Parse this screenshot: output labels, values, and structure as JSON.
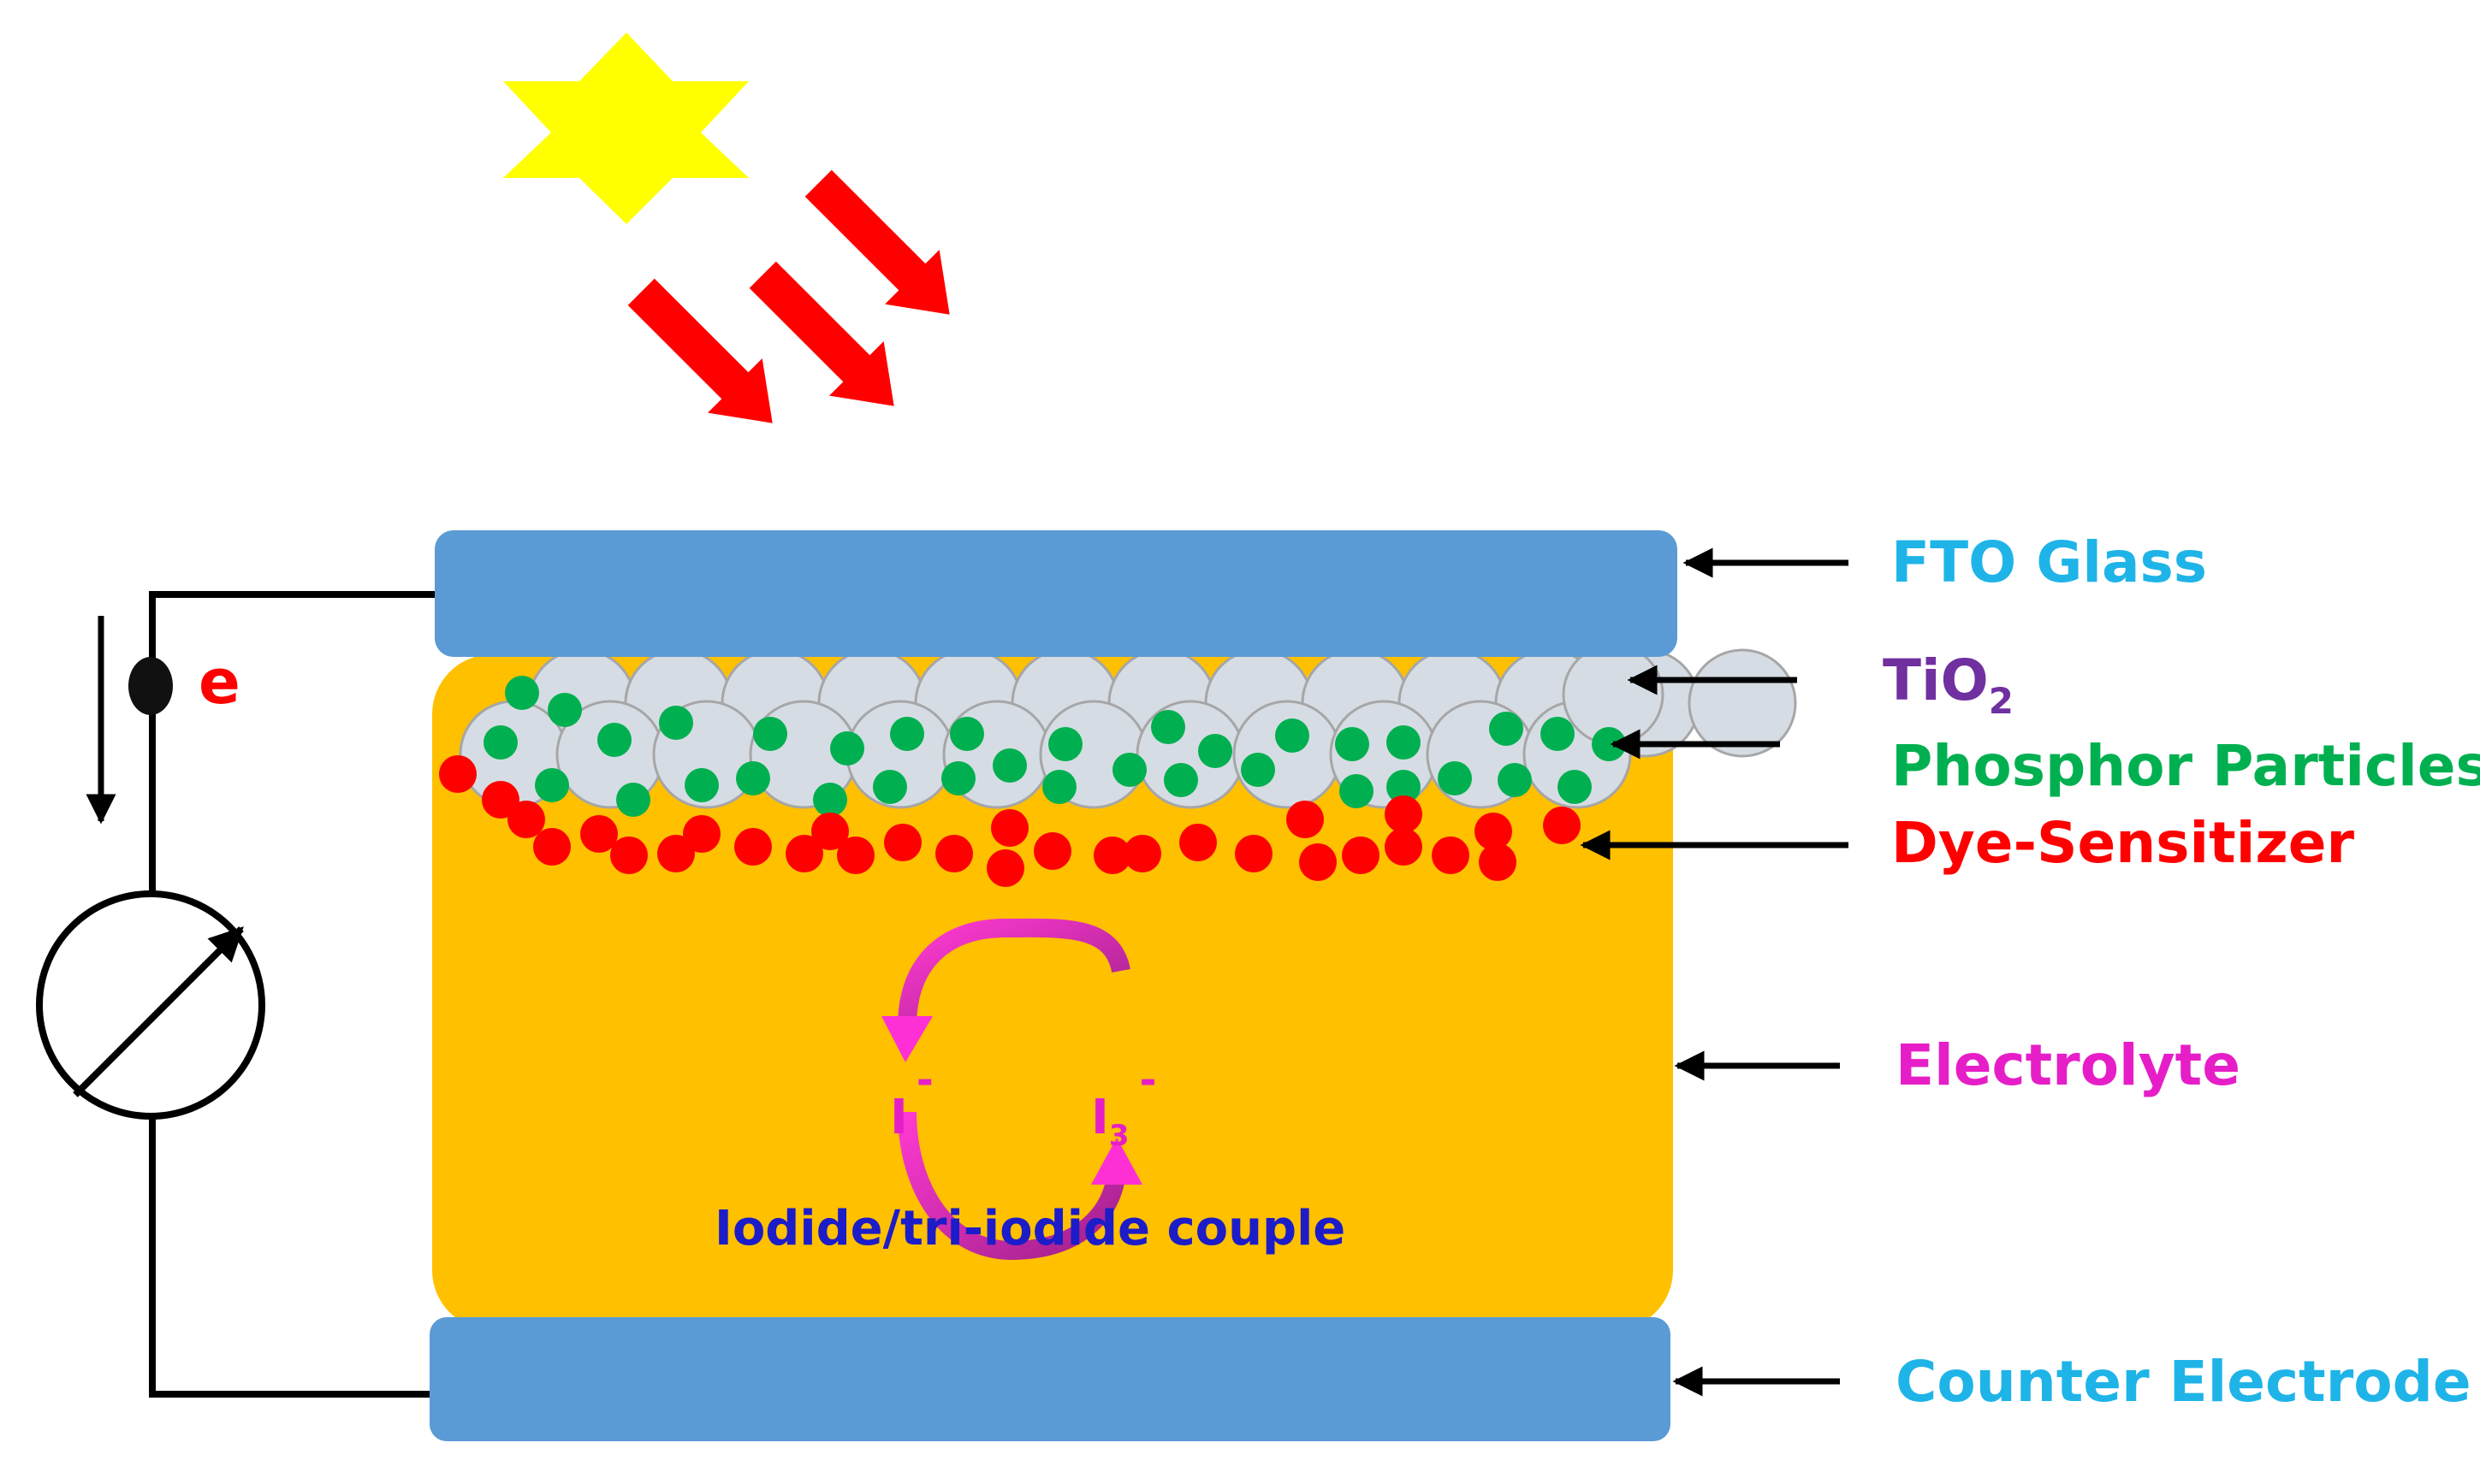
{
  "colors": {
    "glass": "#5b9bd5",
    "electrolyte": "#ffc000",
    "tio2": "#d6dce4",
    "tio2_stroke": "#a6a6a6",
    "phosphor": "#00b050",
    "dye": "#ff0000",
    "sun": "#ffff00",
    "light_ray": "#ff0000",
    "fto_label": "#1fb4e8",
    "tio2_label": "#7030a0",
    "phosphor_label": "#00b050",
    "dye_label": "#ff0000",
    "electrolyte_label": "#e61ec8",
    "counter_label": "#1fb4e8",
    "couple_label": "#1c1cc8",
    "redox_arrow": "#c0269b",
    "electron_label": "#ff0000"
  },
  "labels": {
    "fto_glass": "FTO Glass",
    "tio2_main": "TiO",
    "tio2_sub": "2",
    "phosphor": "Phosphor Particles",
    "dye": "Dye-Sensitizer",
    "electrolyte": "Electrolyte",
    "counter_electrode": "Counter Electrode",
    "electron": "e",
    "iodide": "I",
    "iodide_charge": "-",
    "triiodide": "I",
    "triiodide_sub": "3",
    "triiodide_charge": "-",
    "couple": "Iodide/tri-iodide couple"
  },
  "icons": {
    "sun": "six-pointed-star-icon",
    "light": "light-ray-arrows",
    "meter": "ammeter-icon"
  }
}
